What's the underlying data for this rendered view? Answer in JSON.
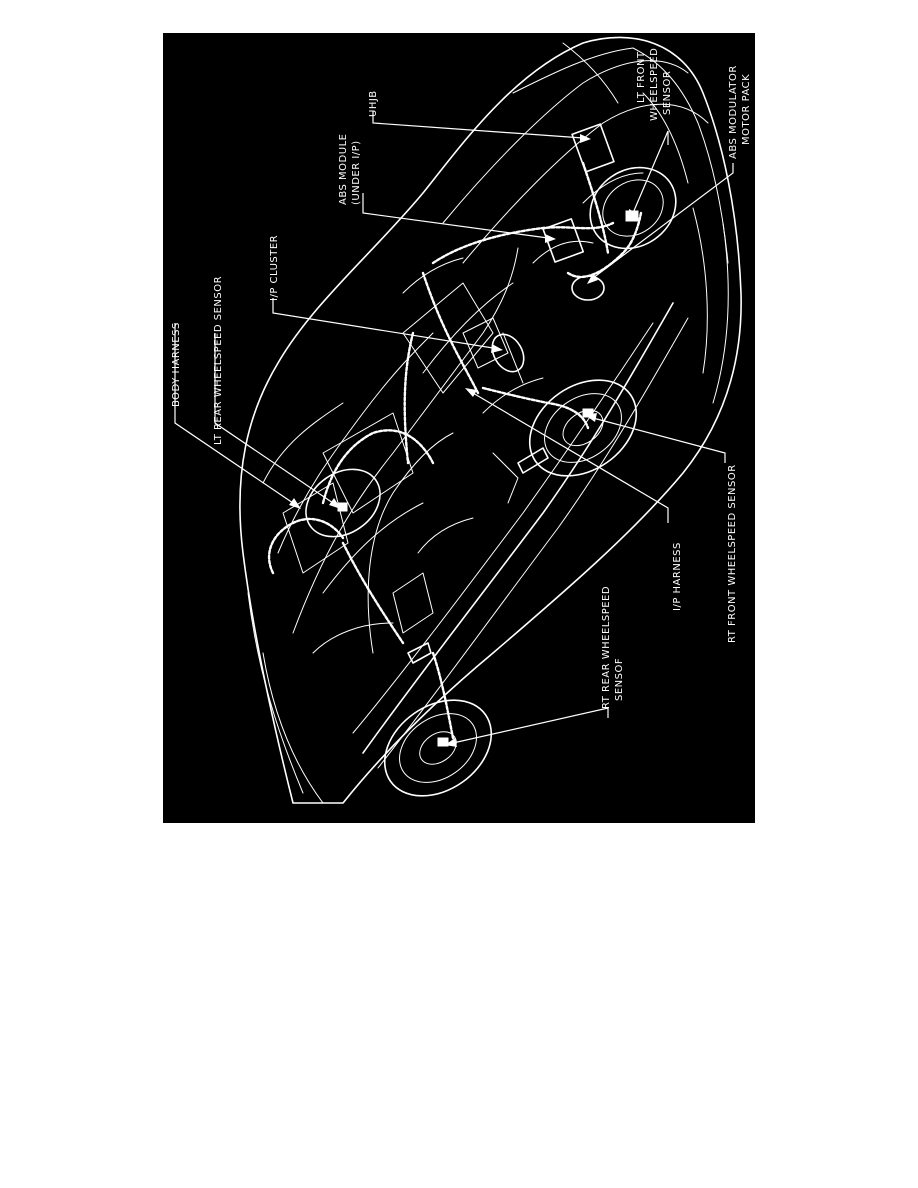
{
  "labels": {
    "body_harness": "BODY HARNESS",
    "lt_rear_sensor": "LT REAR WHEELSPEED SENSOR",
    "ip_cluster": "I/P CLUSTER",
    "abs_module_1": "ABS MODULE",
    "abs_module_2": "(UNDER I/P)",
    "uhjb": "UHJB",
    "lt_front_1": "LT FRONT",
    "lt_front_2": "WHEELSPEED",
    "lt_front_3": "SENSOR",
    "abs_modulator_1": "ABS MODULATOR",
    "abs_modulator_2": "MOTOR PACK",
    "rt_rear_1": "RT REAR WHEELSPEED",
    "rt_rear_2": "SENSOF",
    "ip_harness": "I/P HARNESS",
    "rt_front": "RT FRONT WHEELSPEED SENSOR"
  },
  "colors": {
    "page_background": "#ffffff",
    "panel_background": "#000000",
    "line_art": "#ffffff"
  }
}
